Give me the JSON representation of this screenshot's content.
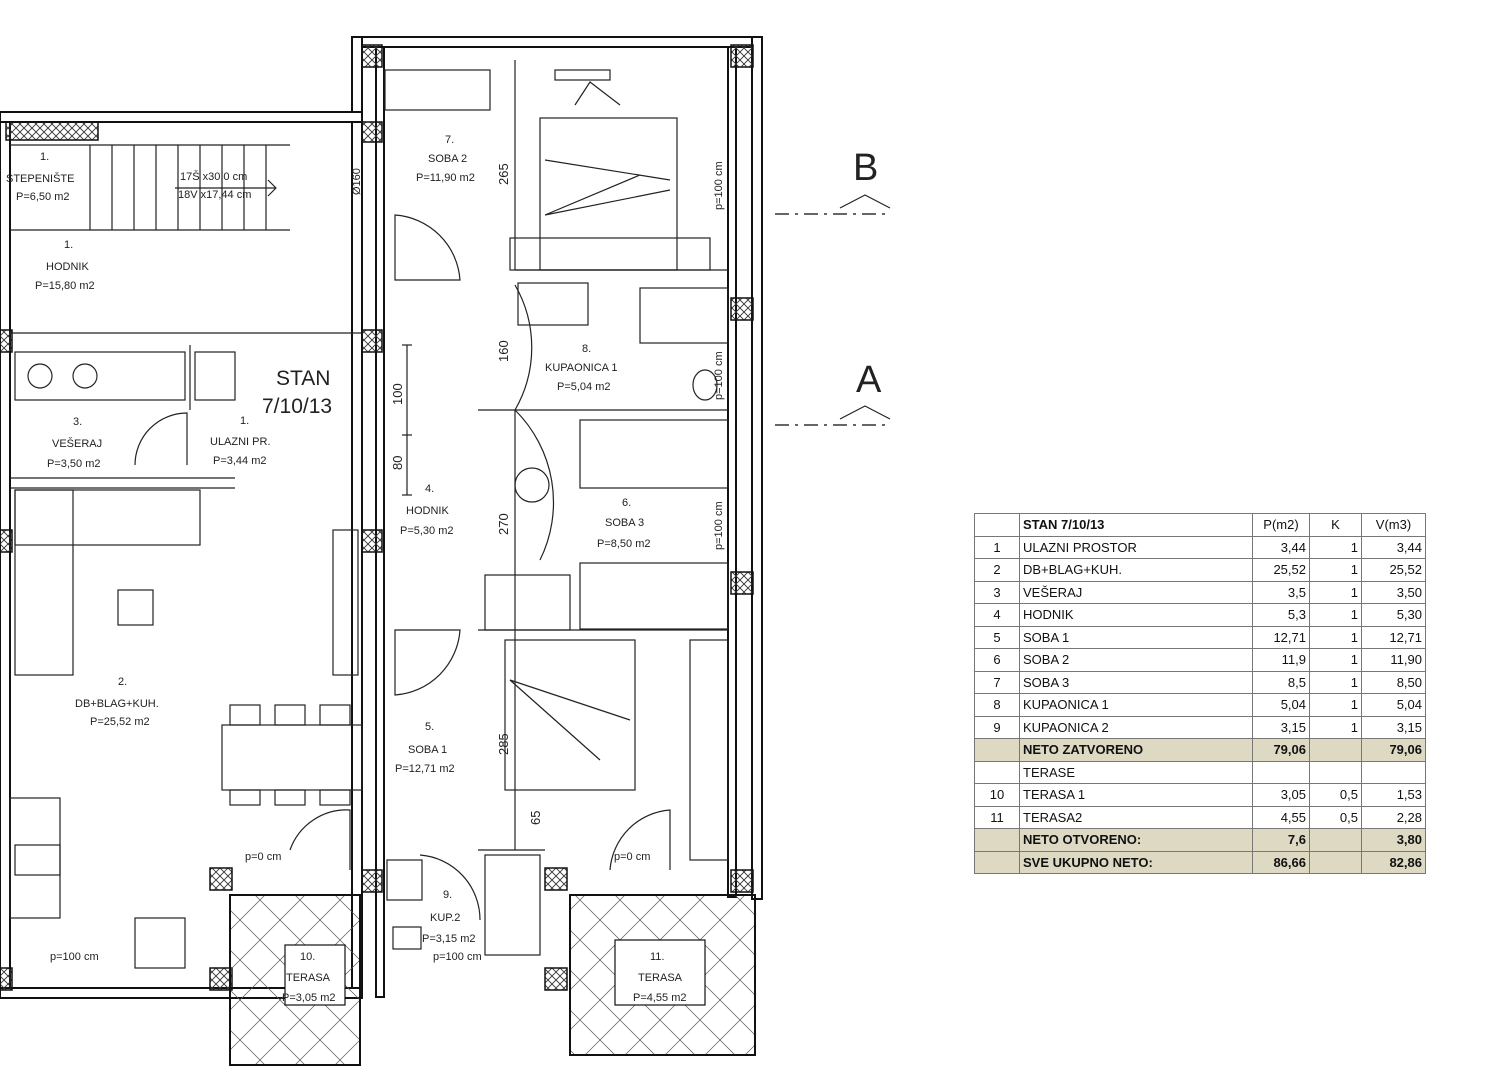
{
  "plan": {
    "stan_label_line1": "STAN",
    "stan_label_line2": "7/10/13",
    "section_b": "B",
    "section_a": "A",
    "rooms": {
      "stepeniste": {
        "num": "1.",
        "name": "STEPENIŠTE",
        "area": "P=6,50 m2"
      },
      "hodnik_top": {
        "num": "1.",
        "name": "HODNIK",
        "area": "P=15,80 m2"
      },
      "veseraj": {
        "num": "3.",
        "name": "VEŠERAJ",
        "area": "P=3,50 m2"
      },
      "ulazni": {
        "num": "1.",
        "name": "ULAZNI PR.",
        "area": "P=3,44 m2"
      },
      "db": {
        "num": "2.",
        "name": "DB+BLAG+KUH.",
        "area": "P=25,52 m2"
      },
      "hodnik4": {
        "num": "4.",
        "name": "HODNIK",
        "area": "P=5,30 m2"
      },
      "soba1": {
        "num": "5.",
        "name": "SOBA 1",
        "area": "P=12,71 m2"
      },
      "soba2": {
        "num": "7.",
        "name": "SOBA 2",
        "area": "P=11,90 m2"
      },
      "kupaonica1": {
        "num": "8.",
        "name": "KUPAONICA 1",
        "area": "P=5,04 m2"
      },
      "soba3": {
        "num": "6.",
        "name": "SOBA 3",
        "area": "P=8,50 m2"
      },
      "kup2": {
        "num": "9.",
        "name": "KUP.2",
        "area": "P=3,15 m2"
      },
      "terasa10": {
        "num": "10.",
        "name": "TERASA",
        "area": "P=3,05 m2"
      },
      "terasa11": {
        "num": "11.",
        "name": "TERASA",
        "area": "P=4,55 m2"
      }
    },
    "stair_note_1": "17Š x30,0 cm",
    "stair_note_2": "18V x17,44 cm",
    "dims": {
      "d265": "265",
      "d100": "100",
      "d80": "80",
      "d160": "160",
      "d270": "270",
      "d285": "285",
      "d65": "65",
      "pipe160": "Ø160",
      "p100_soba2": "p=100 cm",
      "p100_kup1": "p=100 cm",
      "p100_soba3": "p=100 cm",
      "p100_bottom_left": "p=100 cm",
      "p100_bottom_mid": "p=100 cm",
      "p0_left": "p=0 cm",
      "p0_right": "p=0 cm"
    }
  },
  "table": {
    "headers": [
      "",
      "STAN 7/10/13",
      "P(m2)",
      "K",
      "V(m3)"
    ],
    "rows": [
      {
        "no": "1",
        "name": "ULAZNI PROSTOR",
        "p": "3,44",
        "k": "1",
        "v": "3,44",
        "total": false
      },
      {
        "no": "2",
        "name": "DB+BLAG+KUH.",
        "p": "25,52",
        "k": "1",
        "v": "25,52",
        "total": false
      },
      {
        "no": "3",
        "name": "VEŠERAJ",
        "p": "3,5",
        "k": "1",
        "v": "3,50",
        "total": false
      },
      {
        "no": "4",
        "name": "HODNIK",
        "p": "5,3",
        "k": "1",
        "v": "5,30",
        "total": false
      },
      {
        "no": "5",
        "name": "SOBA 1",
        "p": "12,71",
        "k": "1",
        "v": "12,71",
        "total": false
      },
      {
        "no": "6",
        "name": "SOBA 2",
        "p": "11,9",
        "k": "1",
        "v": "11,90",
        "total": false
      },
      {
        "no": "7",
        "name": "SOBA 3",
        "p": "8,5",
        "k": "1",
        "v": "8,50",
        "total": false
      },
      {
        "no": "8",
        "name": "KUPAONICA 1",
        "p": "5,04",
        "k": "1",
        "v": "5,04",
        "total": false
      },
      {
        "no": "9",
        "name": "KUPAONICA 2",
        "p": "3,15",
        "k": "1",
        "v": "3,15",
        "total": false
      },
      {
        "no": "",
        "name": "NETO ZATVORENO",
        "p": "79,06",
        "k": "",
        "v": "79,06",
        "total": true
      },
      {
        "no": "",
        "name": "TERASE",
        "p": "",
        "k": "",
        "v": "",
        "total": false
      },
      {
        "no": "10",
        "name": "TERASA 1",
        "p": "3,05",
        "k": "0,5",
        "v": "1,53",
        "total": false
      },
      {
        "no": "11",
        "name": "TERASA2",
        "p": "4,55",
        "k": "0,5",
        "v": "2,28",
        "total": false
      },
      {
        "no": "",
        "name": "NETO OTVORENO:",
        "p": "7,6",
        "k": "",
        "v": "3,80",
        "total": true
      },
      {
        "no": "",
        "name": "SVE UKUPNO NETO:",
        "p": "86,66",
        "k": "",
        "v": "82,86",
        "total": true
      }
    ]
  }
}
